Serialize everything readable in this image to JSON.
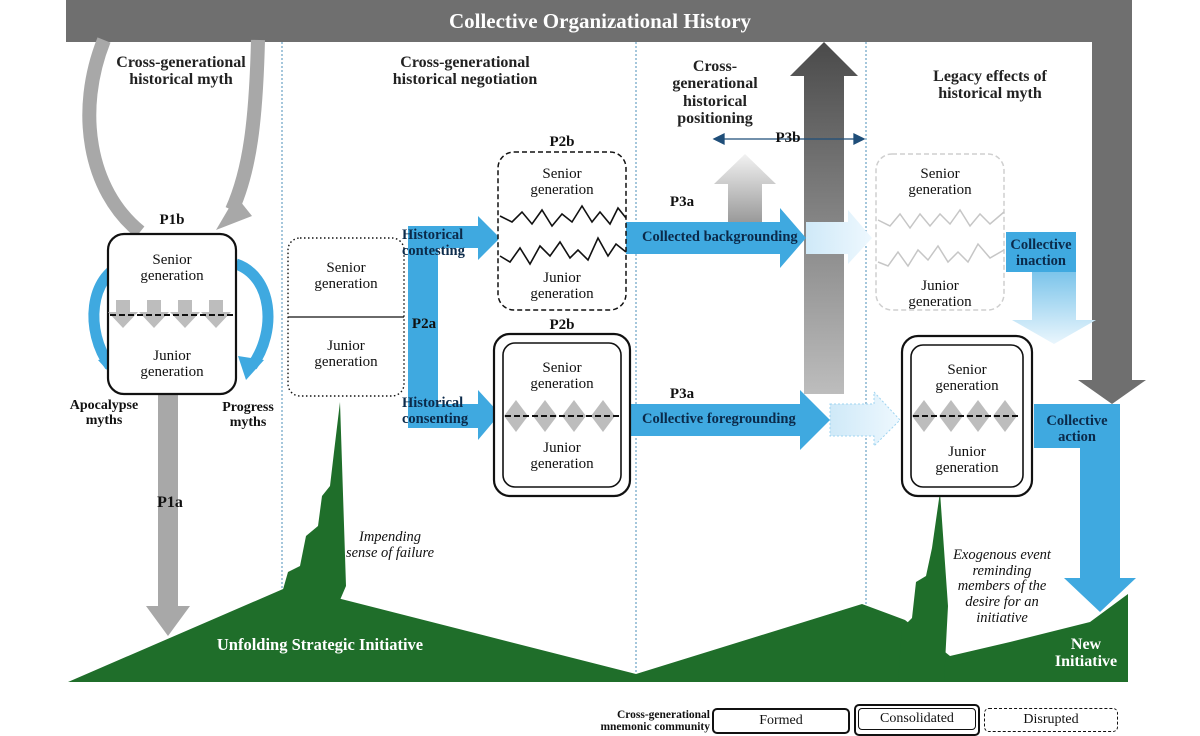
{
  "banner": {
    "title": "Collective Organizational History"
  },
  "sections": {
    "s1": [
      "Cross-generational",
      "historical myth"
    ],
    "s2": [
      "Cross-generational",
      "historical negotiation"
    ],
    "s3": [
      "Cross-",
      "generational",
      "historical",
      "positioning"
    ],
    "s4": [
      "Legacy effects of",
      "historical myth"
    ]
  },
  "boxes": {
    "senior": "Senior",
    "junior": "Junior",
    "generation": "generation"
  },
  "props": {
    "p1a": "P1a",
    "p1b": "P1b",
    "p2a": "P2a",
    "p2b": "P2b",
    "p3a": "P3a",
    "p3b": "P3b"
  },
  "myths": {
    "apocalypse": [
      "Apocalypse",
      "myths"
    ],
    "progress": [
      "Progress",
      "myths"
    ]
  },
  "arrows": {
    "hist_contesting": [
      "Historical",
      "contesting"
    ],
    "hist_consenting": [
      "Historical",
      "consenting"
    ],
    "collected_backgrounding": "Collected backgrounding",
    "collective_foregrounding": "Collective foregrounding",
    "collective_inaction": [
      "Collective",
      "inaction"
    ],
    "collective_action": [
      "Collective",
      "action"
    ]
  },
  "annotations": {
    "impending": [
      "Impending",
      "sense of failure"
    ],
    "exogenous": [
      "Exogenous event",
      "reminding",
      "members of the",
      "desire for an",
      "initiative"
    ]
  },
  "ground": {
    "unfolding": "Unfolding Strategic Initiative",
    "new_initiative": [
      "New",
      "Initiative"
    ]
  },
  "legend": {
    "title": [
      "Cross-generational",
      "mnemonic community"
    ],
    "formed": "Formed",
    "consolidated": "Consolidated",
    "disrupted": "Disrupted"
  },
  "colors": {
    "banner": "#6f6f6f",
    "gray_arrow": "#a8a8a8",
    "blue": "#3fa9e0",
    "green": "#1f6e2a",
    "dark_gray": "#5a5a5a"
  }
}
